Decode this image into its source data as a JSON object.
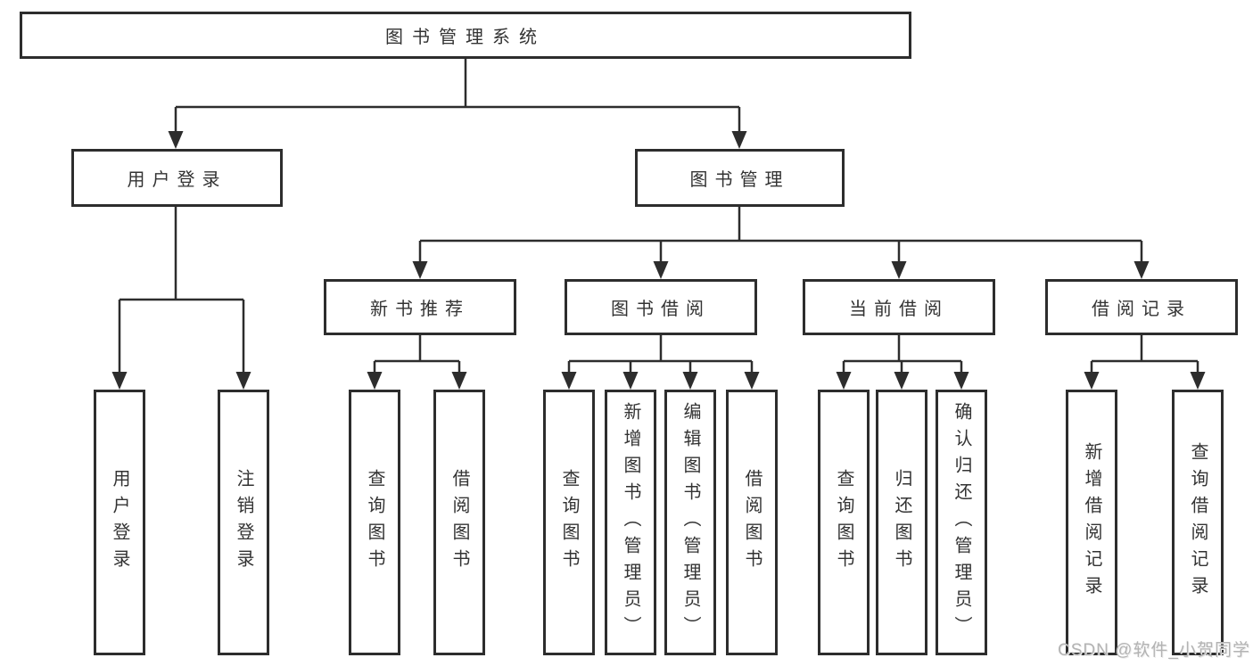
{
  "tree": {
    "label": "图书管理系统",
    "children": [
      {
        "label": "用户登录",
        "children": [
          {
            "label": "用户登录"
          },
          {
            "label": "注销登录"
          }
        ]
      },
      {
        "label": "图书管理",
        "children": [
          {
            "label": "新书推荐",
            "children": [
              {
                "label": "查询图书"
              },
              {
                "label": "借阅图书"
              }
            ]
          },
          {
            "label": "图书借阅",
            "children": [
              {
                "label": "查询图书"
              },
              {
                "label": "新增图书（管理员）"
              },
              {
                "label": "编辑图书（管理员）"
              },
              {
                "label": "借阅图书"
              }
            ]
          },
          {
            "label": "当前借阅",
            "children": [
              {
                "label": "查询图书"
              },
              {
                "label": "归还图书"
              },
              {
                "label": "确认归还（管理员）"
              }
            ]
          },
          {
            "label": "借阅记录",
            "children": [
              {
                "label": "新增借阅记录"
              },
              {
                "label": "查询借阅记录"
              }
            ]
          }
        ]
      }
    ]
  },
  "watermark": {
    "text": "CSDN @软件_小贺同学",
    "color": "#b3b3b3"
  },
  "colors": {
    "line": "#2d2d2d",
    "text": "#333333",
    "background": "#ffffff"
  }
}
